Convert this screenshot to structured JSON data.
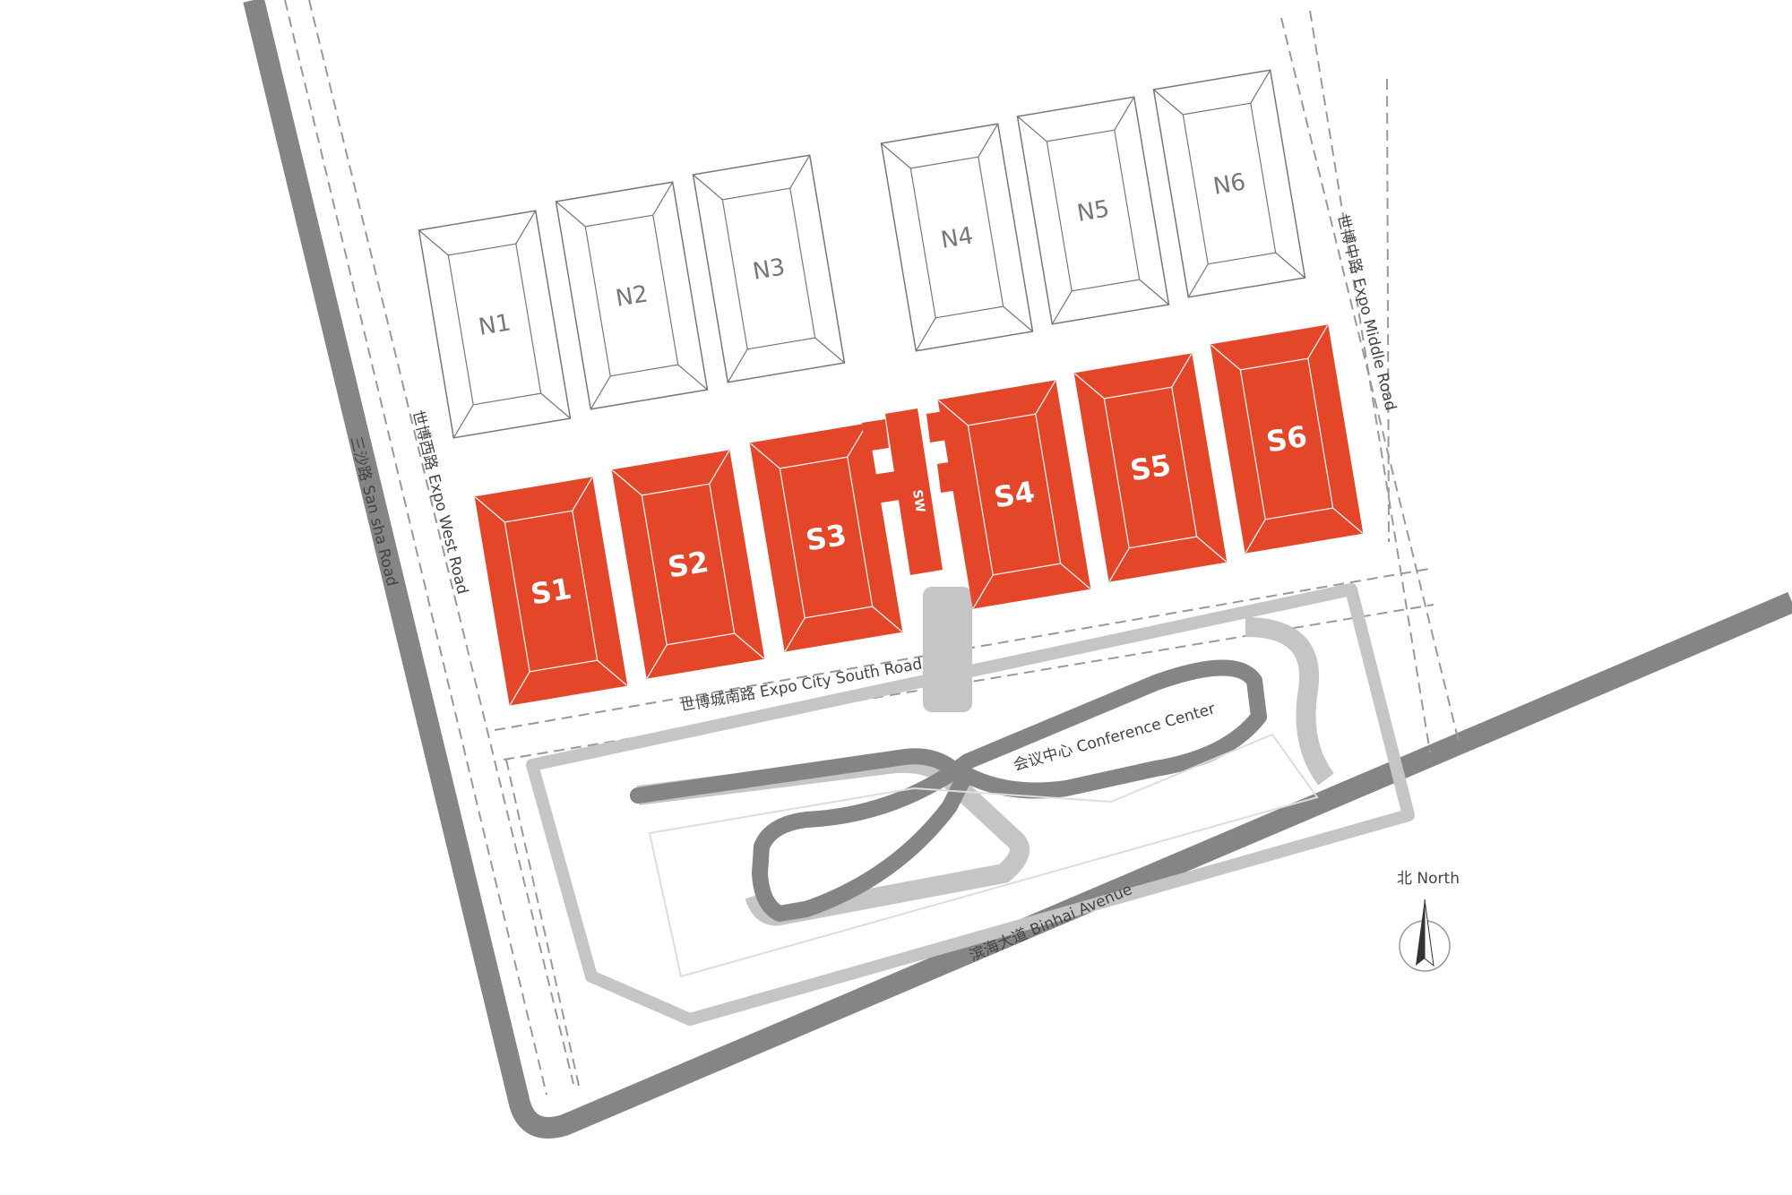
{
  "colors": {
    "road_dark": "#858585",
    "road_light": "#c5c5c5",
    "hall_red": "#e4462a",
    "hall_outline_light": "#777777",
    "hall_outline_red": "#ffffff",
    "label_north": "#777777",
    "label_south": "#ffffff",
    "dash_line": "#999999"
  },
  "halls_north": [
    {
      "id": "N1",
      "label": "N1"
    },
    {
      "id": "N2",
      "label": "N2"
    },
    {
      "id": "N3",
      "label": "N3"
    },
    {
      "id": "N4",
      "label": "N4"
    },
    {
      "id": "N5",
      "label": "N5"
    },
    {
      "id": "N6",
      "label": "N6"
    }
  ],
  "halls_south": [
    {
      "id": "S1",
      "label": "S1"
    },
    {
      "id": "S2",
      "label": "S2"
    },
    {
      "id": "S3",
      "label": "S3"
    },
    {
      "id": "S4",
      "label": "S4"
    },
    {
      "id": "S5",
      "label": "S5"
    },
    {
      "id": "S6",
      "label": "S6"
    }
  ],
  "sw_hall": {
    "label": "SW"
  },
  "roads": {
    "sansha": "三沙路 San sha Road",
    "expo_west": "世博西路 Expo West Road",
    "expo_middle": "世博中路 Expo Middle Road",
    "expo_city_south": "世博城南路 Expo City South Road",
    "binhai": "滨海大道 Binhai Avenue"
  },
  "conference_center": "会议中心 Conference Center",
  "north_label": "北 North"
}
